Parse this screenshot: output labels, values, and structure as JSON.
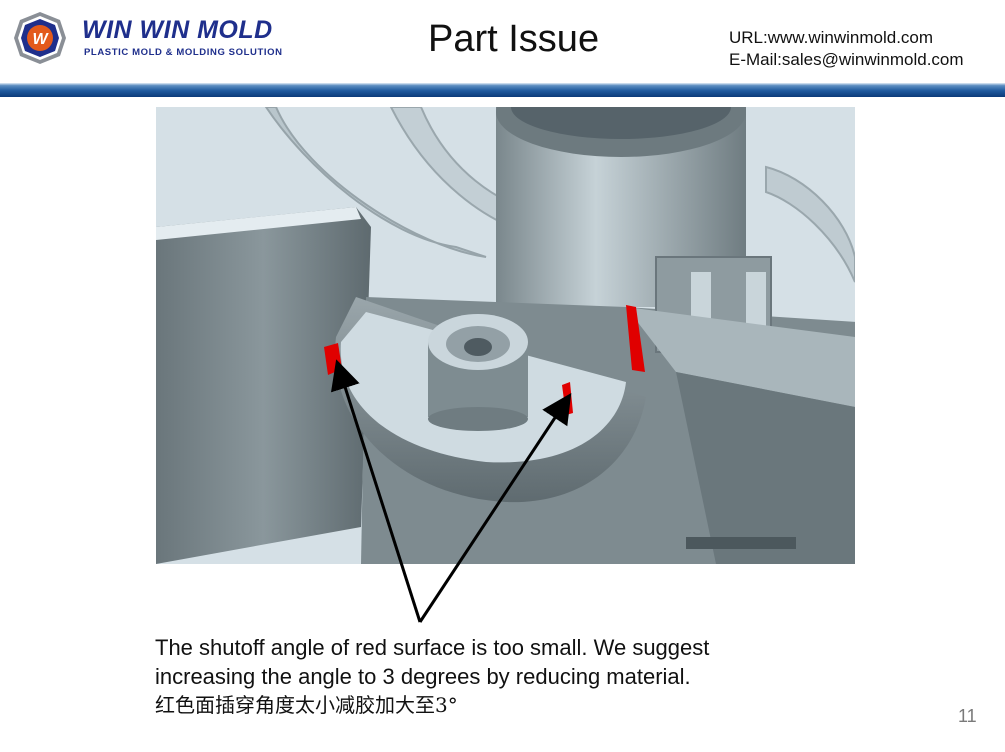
{
  "header": {
    "brand_name": "WIN WIN MOLD",
    "brand_tagline": "PLASTIC MOLD & MOLDING SOLUTION",
    "title": "Part Issue",
    "contact": {
      "url": "URL:www.winwinmold.com",
      "email": "E-Mail:sales@winwinmold.com"
    }
  },
  "caption": {
    "line1": "The shutoff angle of red surface is too small. We suggest",
    "line2": "increasing the angle to 3 degrees by reducing material.",
    "line3": "红色面插穿角度太小减胶加大至3°"
  },
  "footer": {
    "page_number": "11"
  },
  "colors": {
    "brand_blue": "#1f2f8c",
    "logo_orange": "#e35a1c",
    "header_bar": "#1f5a9e",
    "part_surface": "#d8e3e9",
    "part_shadow": "#6f7b80",
    "shutoff_red": "#e00000"
  },
  "icons": {
    "logo": "winwinmold-logo-icon"
  }
}
